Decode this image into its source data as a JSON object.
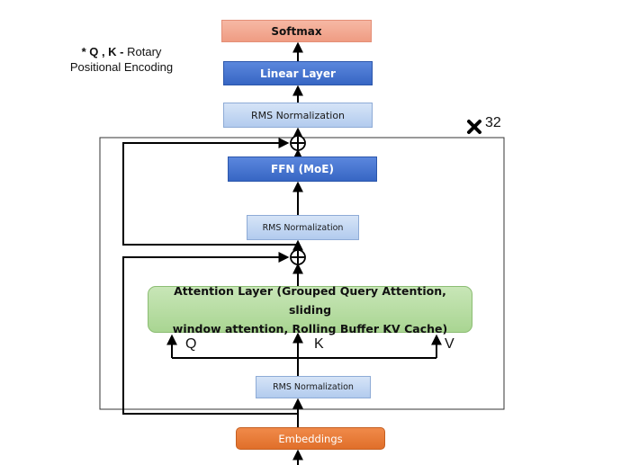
{
  "note": {
    "line1_bold": "* Q , K -",
    "line1_rest": " Rotary",
    "line2": "Positional Encoding"
  },
  "repeat": {
    "icon": "cross-icon",
    "count": "32"
  },
  "blocks": {
    "softmax": "Softmax",
    "linear": "Linear Layer",
    "rms_top": "RMS Normalization",
    "ffn": "FFN (MoE)",
    "rms_mid": "RMS Normalization",
    "attention_line1": "Attention Layer (Grouped Query Attention, sliding",
    "attention_line2": "window attention, Rolling Buffer KV Cache)",
    "rms_bottom": "RMS Normalization",
    "embeddings": "Embeddings"
  },
  "inputs": {
    "q": "Q",
    "k": "K",
    "v": "V"
  },
  "colors": {
    "softmax": "#ef9c83",
    "linear": "#3766c4",
    "rms": "#b2cbee",
    "ffn": "#3766c4",
    "attention": "#a9d592",
    "embeddings": "#e06f2a",
    "lines": "#000000"
  }
}
